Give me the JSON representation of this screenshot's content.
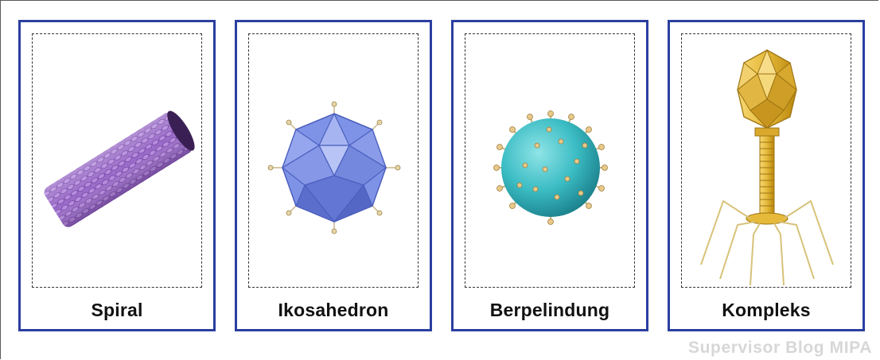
{
  "cards": [
    {
      "label": "Spiral",
      "icon": "spiral-virus-icon"
    },
    {
      "label": "Ikosahedron",
      "icon": "icosahedral-virus-icon"
    },
    {
      "label": "Berpelindung",
      "icon": "enveloped-virus-icon"
    },
    {
      "label": "Kompleks",
      "icon": "complex-virus-icon"
    }
  ],
  "watermark": "Supervisor Blog MIPA",
  "colors": {
    "border": "#2b3ea0",
    "spiral": "#9b6fc9",
    "icosahedron": "#7f93e6",
    "enveloped": "#3bbcc4",
    "complex": "#e6b93a"
  }
}
